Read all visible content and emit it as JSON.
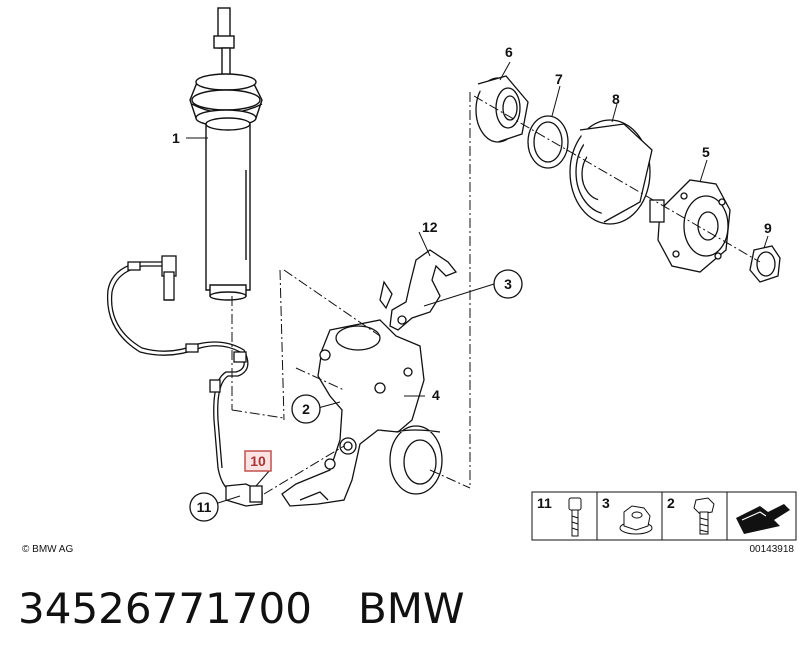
{
  "labels": {
    "p1": "1",
    "p2": "2",
    "p3": "3",
    "p4": "4",
    "p5": "5",
    "p6": "6",
    "p7": "7",
    "p8": "8",
    "p9": "9",
    "p10": "10",
    "p11": "11",
    "p12": "12"
  },
  "legend": {
    "items": [
      "11",
      "3",
      "2"
    ],
    "code": "00143918"
  },
  "copyright": "© BMW AG",
  "caption": {
    "part_number": "34526771700",
    "brand": "BMW"
  },
  "colors": {
    "line": "#111111",
    "highlight": "#c0504d",
    "highlight_fill": "#fbe3e3"
  }
}
